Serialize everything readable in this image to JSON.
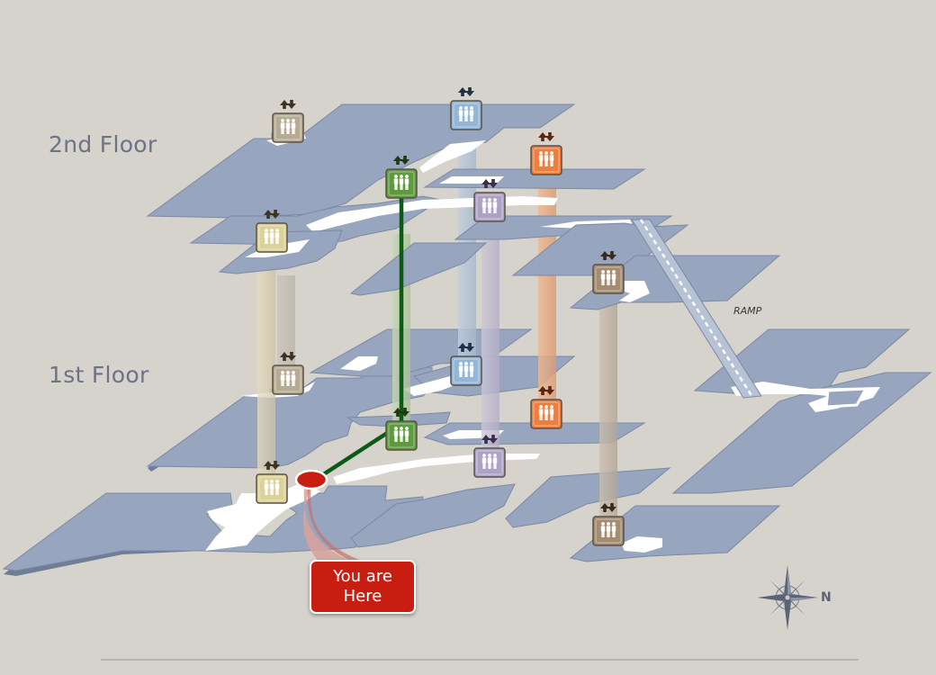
{
  "floors": {
    "upper": "2nd Floor",
    "lower": "1st Floor"
  },
  "you_are_here": {
    "line1": "You are",
    "line2": "Here"
  },
  "ramp_label": "RAMP",
  "compass": {
    "north_label": "N",
    "icon": "compass-rose-icon"
  },
  "elevator_icon": "elevator-people-icon",
  "direction_icon": "up-down-arrows-icon",
  "colors": {
    "background": "#d6d2cc",
    "floor_plate": "#97a5bf",
    "floor_edge": "#6f7d97",
    "route": "#0c5a14",
    "marker": "#c81e12",
    "elevator_tan": "#b7ab93",
    "elevator_blue": "#93b6d6",
    "elevator_green": "#5e9a3e",
    "elevator_orange": "#ef7d3e",
    "elevator_lavender": "#ada2c5",
    "elevator_cream": "#ddd19a",
    "elevator_brown": "#a48c72"
  }
}
